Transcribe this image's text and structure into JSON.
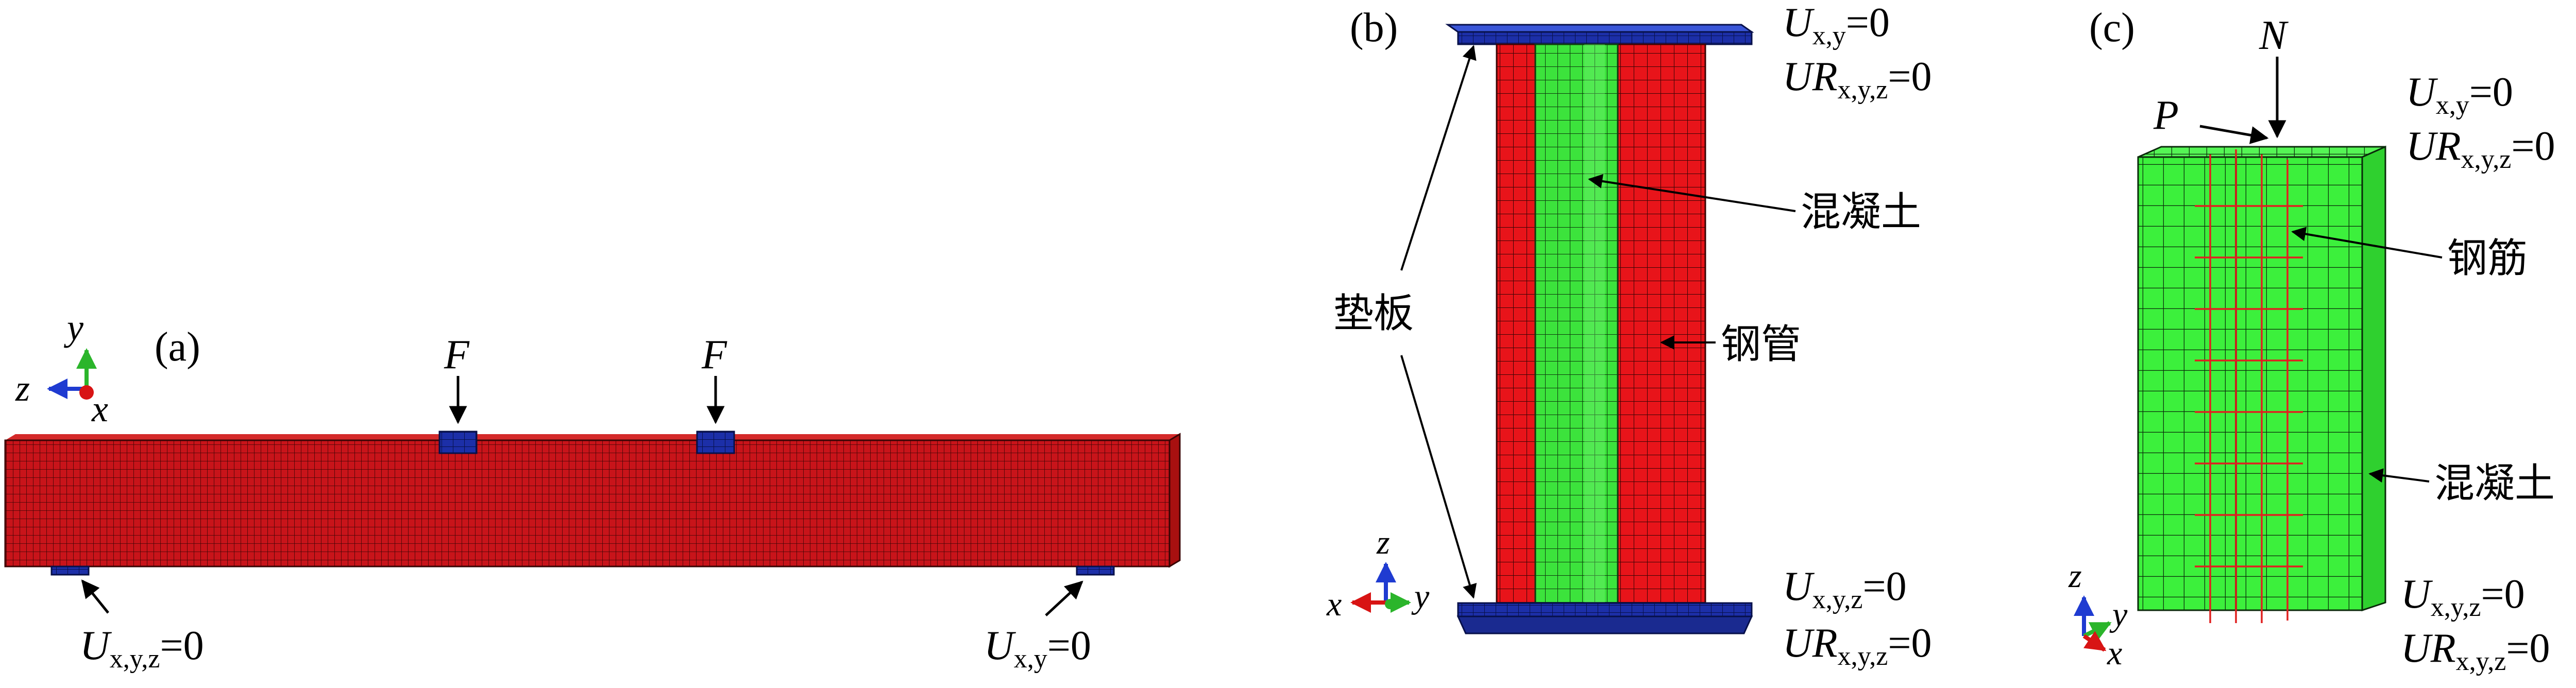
{
  "panel_a": {
    "tag": "(a)",
    "load_left": "F",
    "load_right": "F",
    "support_left_sym": "U",
    "support_left_sub": "x,y,z",
    "support_left_val": "=0",
    "support_right_sym": "U",
    "support_right_sub": "x,y",
    "support_right_val": "=0",
    "axis_y": "y",
    "axis_z": "z",
    "axis_x": "x",
    "colors": {
      "beam": "#c8141a",
      "pad": "#1c2fa8",
      "axis_y": "#2bb52b",
      "axis_z": "#1f3bd1",
      "axis_x": "#d81414"
    }
  },
  "panel_b": {
    "tag": "(b)",
    "top_bc_1_sym": "U",
    "top_bc_1_sub": "x,y",
    "top_bc_1_val": "=0",
    "top_bc_2_sym": "UR",
    "top_bc_2_sub": "x,y,z",
    "top_bc_2_val": "=0",
    "bottom_bc_1_sym": "U",
    "bottom_bc_1_sub": "x,y,z",
    "bottom_bc_1_val": "=0",
    "bottom_bc_2_sym": "UR",
    "bottom_bc_2_sub": "x,y,z",
    "bottom_bc_2_val": "=0",
    "label_concrete": "混凝土",
    "label_tube": "钢管",
    "label_pad": "垫板",
    "axis_z": "z",
    "axis_x": "x",
    "axis_y": "y",
    "colors": {
      "tube": "#e8141a",
      "concrete": "#3ce33c",
      "pad": "#1c2fa8"
    }
  },
  "panel_c": {
    "tag": "(c)",
    "force_n": "N",
    "force_p": "P",
    "top_bc_1_sym": "U",
    "top_bc_1_sub": "x,y",
    "top_bc_1_val": "=0",
    "top_bc_2_sym": "UR",
    "top_bc_2_sub": "x,y,z",
    "top_bc_2_val": "=0",
    "bottom_bc_1_sym": "U",
    "bottom_bc_1_sub": "x,y,z",
    "bottom_bc_1_val": "=0",
    "bottom_bc_2_sym": "UR",
    "bottom_bc_2_sub": "x,y,z",
    "bottom_bc_2_val": "=0",
    "label_rebar": "钢筋",
    "label_concrete": "混凝土",
    "axis_z": "z",
    "axis_y": "y",
    "axis_x": "x",
    "colors": {
      "concrete": "#3cf03c",
      "rebar": "#e02020"
    }
  }
}
